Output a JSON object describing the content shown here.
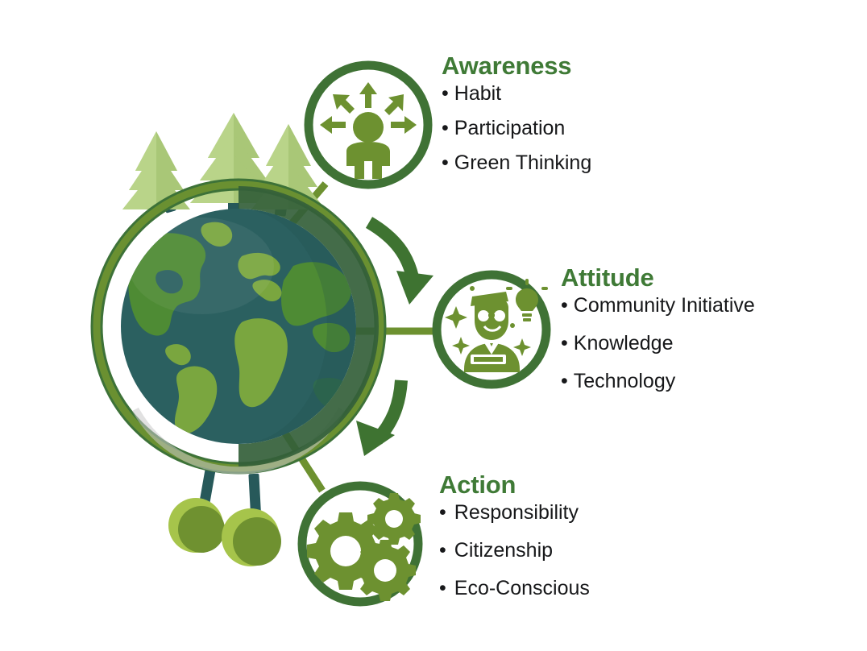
{
  "graphic": {
    "title": "Awareness, Attitude and Action sustainability infographic",
    "background_color": "#ffffff"
  },
  "palette": {
    "heading_green": "#3f7a36",
    "body_black": "#17181a",
    "ring_dark_green": "#3d7238",
    "ring_olive_green": "#6d9130",
    "circle_stroke": "#3f7235",
    "icon_olive": "#6d9130",
    "arrow_green": "#3e7331",
    "globe_ocean": "#2b6060",
    "globe_ocean_dark": "#265252",
    "globe_land": "#4e8b34",
    "globe_land_light": "#7aa63f",
    "globe_shade": "#34603a",
    "tree_light": "#a9c777",
    "tree_mid": "#95bb62",
    "trunk_teal": "#27595a",
    "bush_light": "#a6c44b",
    "bush_dark": "#6f9130"
  },
  "nodes": [
    {
      "id": "awareness",
      "icon_name": "person-with-radiating-arrows-icon",
      "title": "Awareness",
      "bullets": [
        "Habit",
        "Participation",
        "Green Thinking"
      ]
    },
    {
      "id": "attitude",
      "icon_name": "student-with-lightbulb-icon",
      "title": "Attitude",
      "bullets": [
        "Community Initiative",
        "Knowledge",
        "Technology"
      ]
    },
    {
      "id": "action",
      "icon_name": "gears-icon",
      "title": "Action",
      "bullets": [
        "Responsibility",
        "Citizenship",
        "Eco-Conscious"
      ]
    }
  ],
  "bullet_marker": "•",
  "central_illustration": {
    "name": "green-earth-globe",
    "decorations": [
      "pine-tree",
      "pine-tree",
      "pine-tree",
      "round-bush",
      "round-bush"
    ]
  },
  "connectors": {
    "flow_arrow_1": "awareness-to-attitude",
    "flow_arrow_2": "attitude-to-action"
  }
}
